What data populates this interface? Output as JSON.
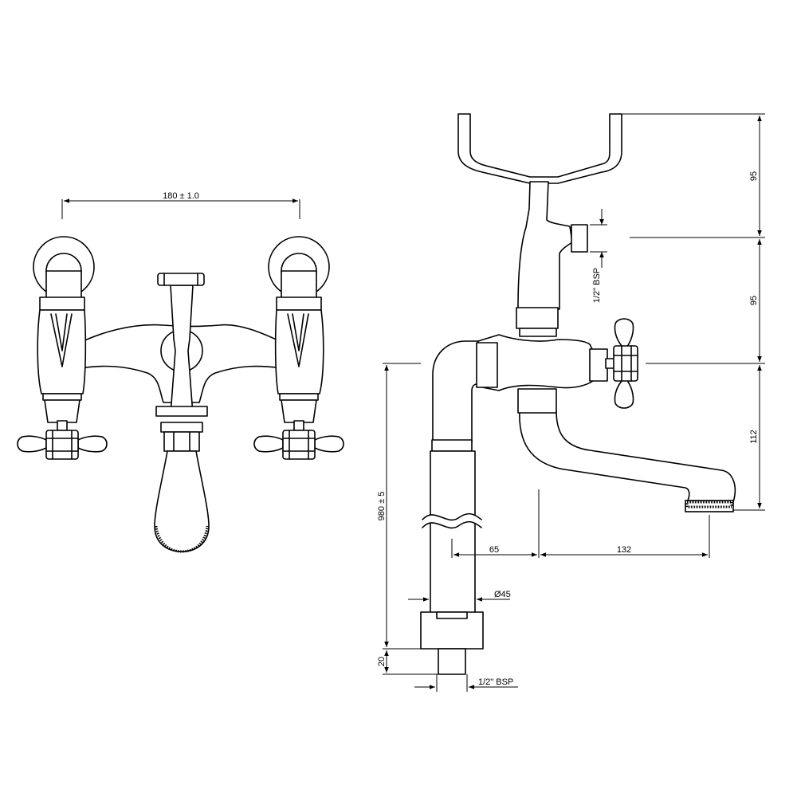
{
  "front_view": {
    "width_dim": "180 ± 1.0"
  },
  "side_view": {
    "dims": {
      "top_height": "95",
      "mid_height": "95",
      "spout_height": "112",
      "total_height": "980 ± 5",
      "base_height": "20",
      "offset_1": "65",
      "offset_2": "132",
      "pipe_diameter": "Ø45",
      "thread_inlet": "1/2\" BSP",
      "thread_outlet": "1/2\" BSP"
    }
  }
}
